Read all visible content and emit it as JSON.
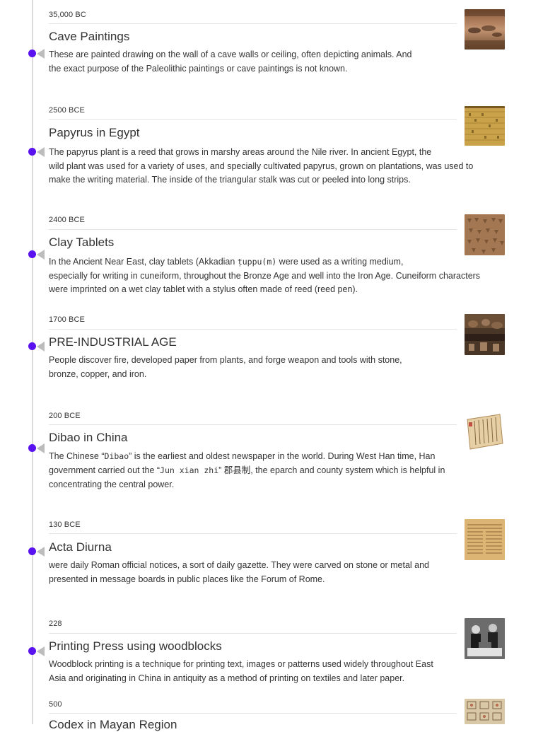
{
  "accent_color": "#5a12f0",
  "arrow_color": "#bcbcbc",
  "events": [
    {
      "date": "35,000 BC",
      "title": "Cave Paintings",
      "desc_lines": [
        "These are painted drawing on the wall of a cave walls or ceiling, often depicting animals. And",
        "the exact purpose of the Paleolithic paintings or cave paintings is not known."
      ],
      "image": "cave-painting-image"
    },
    {
      "date": "2500 BCE",
      "title": "Papyrus in Egypt",
      "desc_lines": [
        "The papyrus plant is a reed that grows in marshy areas around the Nile river. In ancient Egypt, the",
        "wild plant was used for a variety of uses, and specially cultivated papyrus, grown on plantations, was used to",
        "make the writing material. The inside of the triangular stalk was cut or peeled into long strips."
      ],
      "image": "papyrus-image"
    },
    {
      "date": "2400 BCE",
      "title": "Clay Tablets",
      "desc_lines_parts": [
        [
          "In the Ancient Near East, clay tablets (Akkadian ",
          "ṭuppu(m)",
          " were used as a writing medium,"
        ],
        [
          "especially for writing in cuneiform, throughout the Bronze Age and well into the Iron Age. Cuneiform characters"
        ],
        [
          "were imprinted on a wet clay tablet with a stylus often made of reed (reed pen)."
        ]
      ],
      "image": "clay-tablet-image"
    },
    {
      "date": "1700 BCE",
      "title": "PRE-INDUSTRIAL AGE",
      "desc_lines": [
        "People discover fire, developed paper from plants, and forge weapon and tools with stone,",
        "bronze, copper, and iron."
      ],
      "image": "pre-industrial-image"
    },
    {
      "date": "200 BCE",
      "title": "Dibao in China",
      "desc_lines_parts": [
        [
          "The Chinese “",
          "Dibao",
          "” is the earliest and oldest newspaper in the world. During West Han time, Han"
        ],
        [
          "government carried out the “",
          "Jun xian zhi",
          "” 郡县制, the eparch and county system which is helpful in"
        ],
        [
          "concentrating the central power."
        ]
      ],
      "image": "dibao-scroll-image"
    },
    {
      "date": "130 BCE",
      "title": "Acta Diurna",
      "desc_lines": [
        "were daily Roman official notices, a sort of daily gazette. They were carved on stone or metal and",
        "presented in message boards in public places like the Forum of Rome."
      ],
      "image": "acta-diurna-image"
    },
    {
      "date": "228",
      "title": "Printing Press using woodblocks",
      "desc_lines": [
        "Woodblock printing is a technique for printing text, images or patterns used widely throughout East",
        "Asia and originating in China in antiquity as a method of printing on textiles and later paper."
      ],
      "image": "woodblock-printing-image"
    },
    {
      "date": "500",
      "title": "Codex in Mayan Region",
      "desc_lines": [],
      "image": "mayan-codex-image"
    }
  ]
}
